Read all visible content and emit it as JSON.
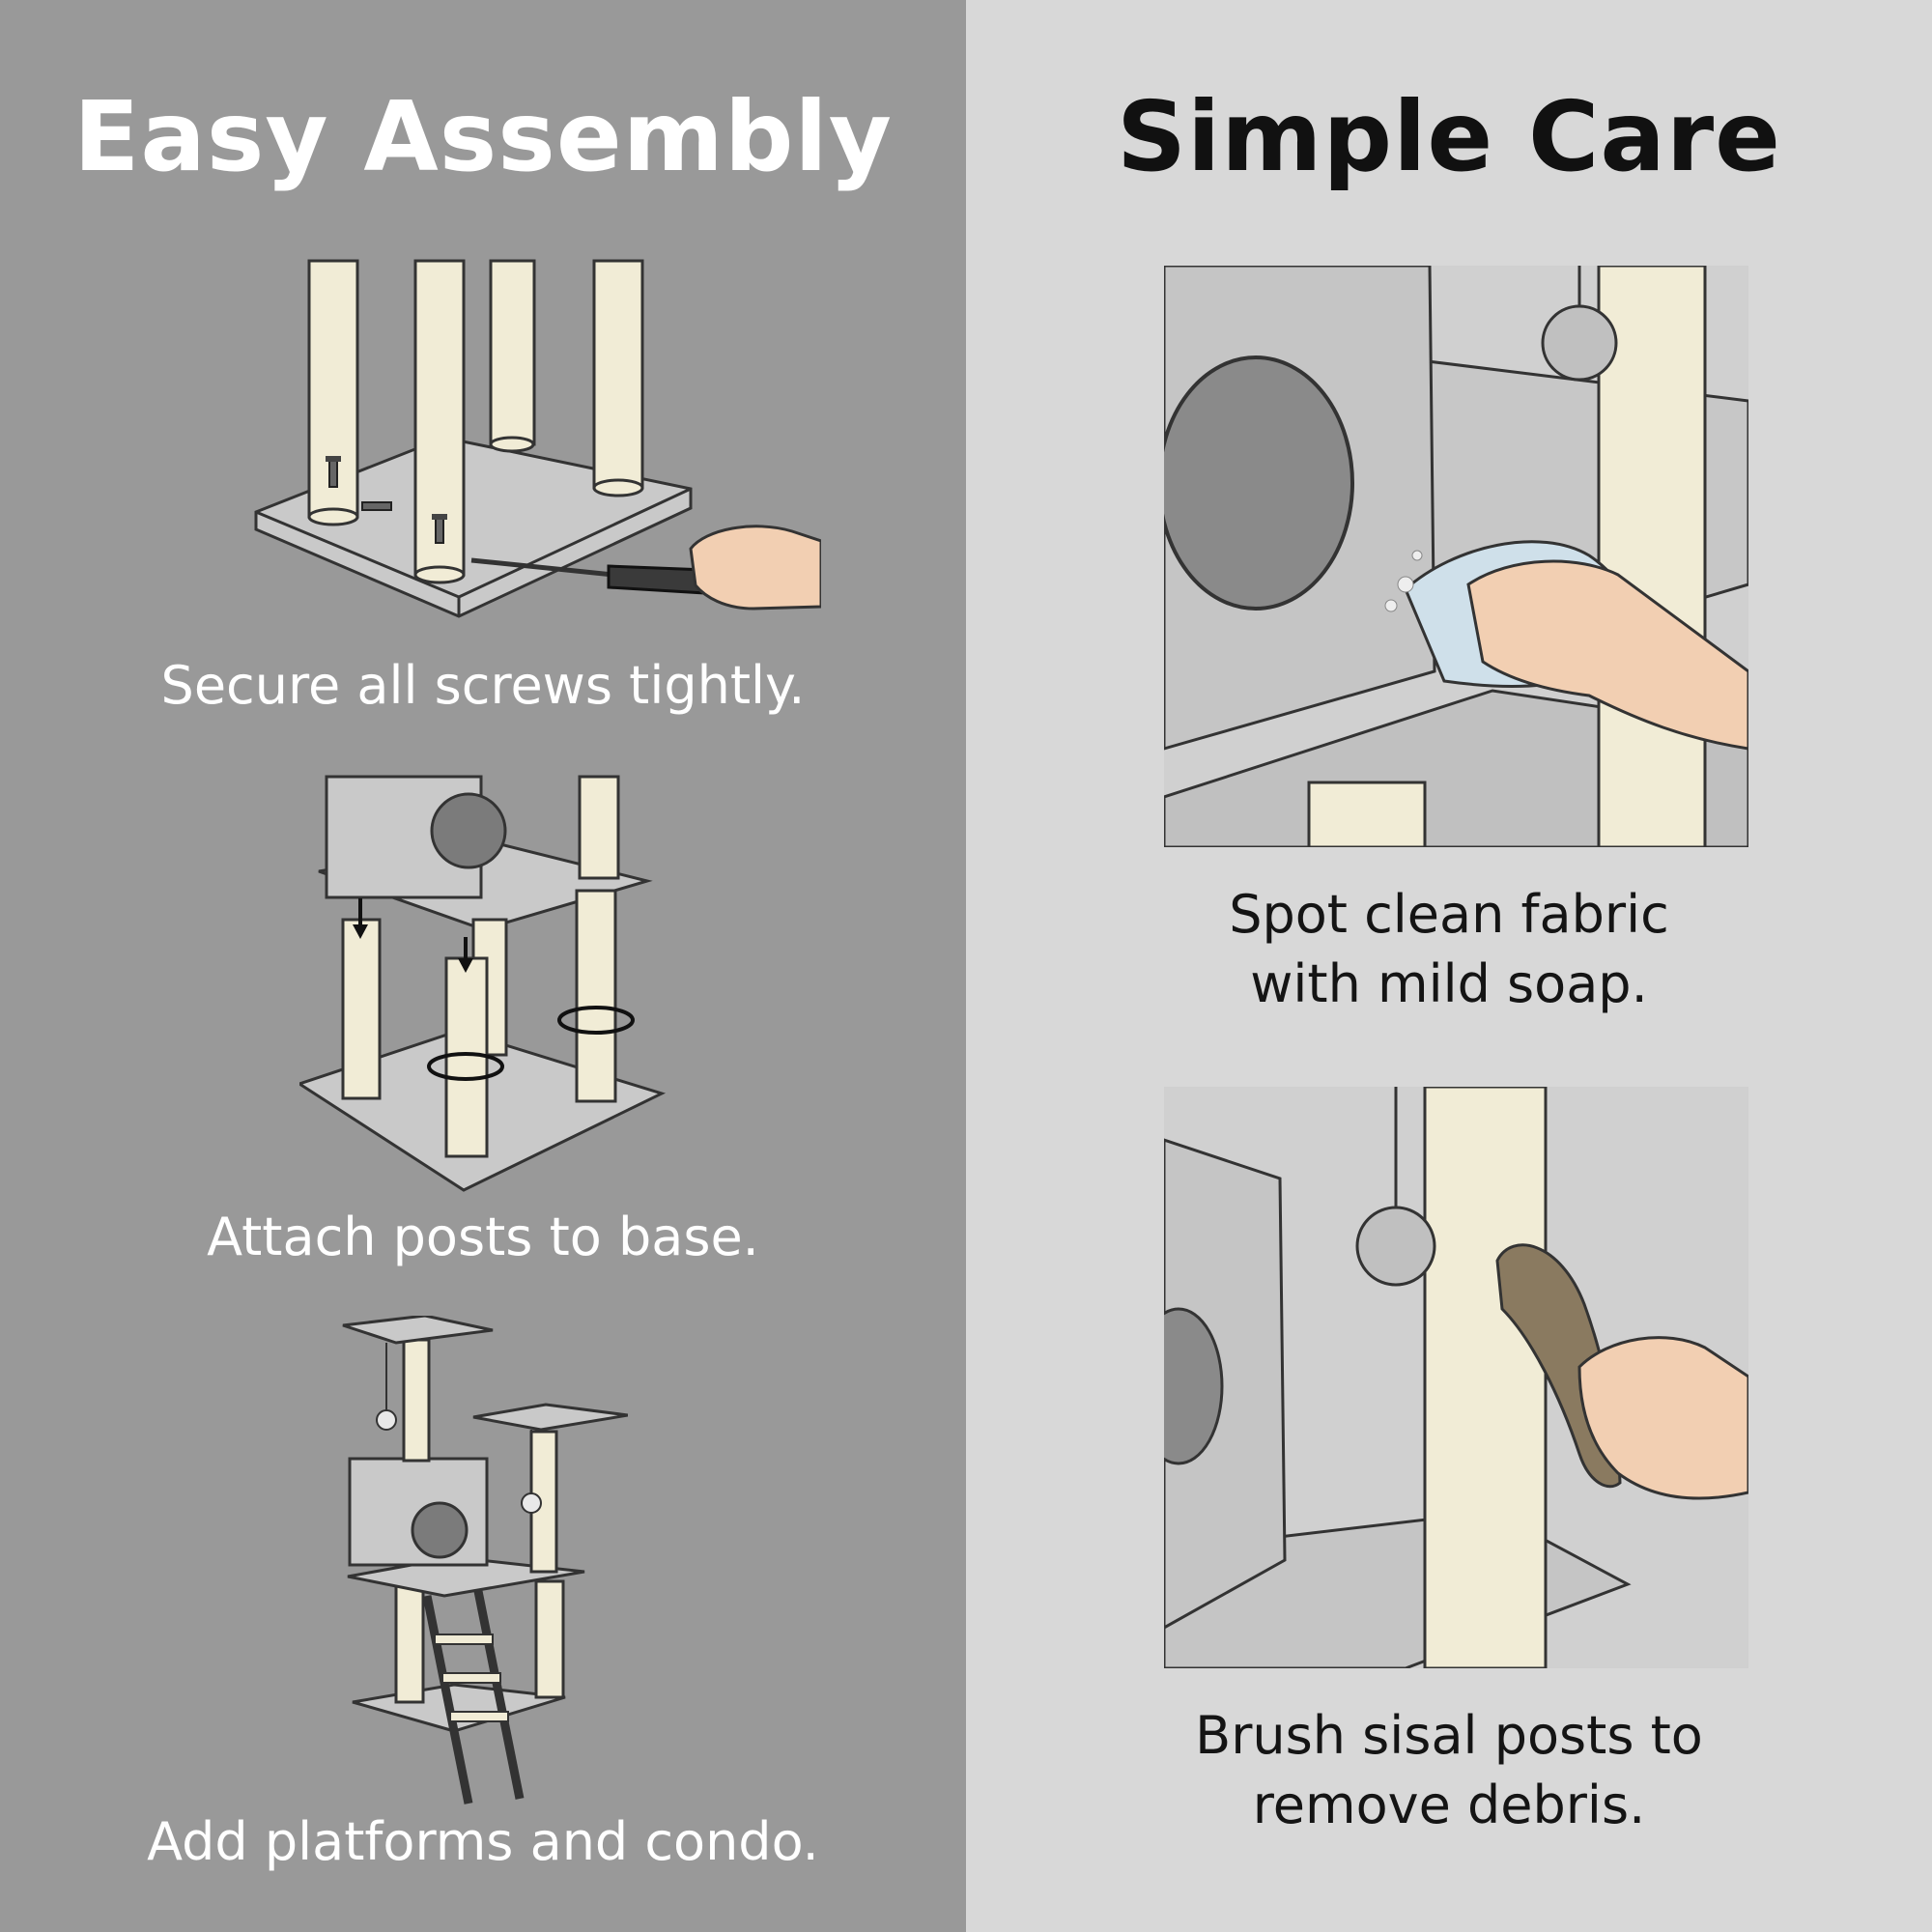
{
  "assembly": {
    "title": "Easy Assembly",
    "steps": [
      {
        "caption": "Secure all screws tightly."
      },
      {
        "caption": "Attach posts to base."
      },
      {
        "caption": "Add platforms and condo."
      }
    ]
  },
  "care": {
    "title": "Simple Care",
    "steps": [
      {
        "caption_line1": "Spot clean fabric",
        "caption_line2": "with mild soap."
      },
      {
        "caption_line1": "Brush sisal posts to",
        "caption_line2": "remove debris."
      }
    ]
  },
  "colors": {
    "assembly_bg": "#999999",
    "care_bg": "#d8d8d8",
    "sisal": "#f1ecd6",
    "carpet": "#c9c9c9"
  }
}
